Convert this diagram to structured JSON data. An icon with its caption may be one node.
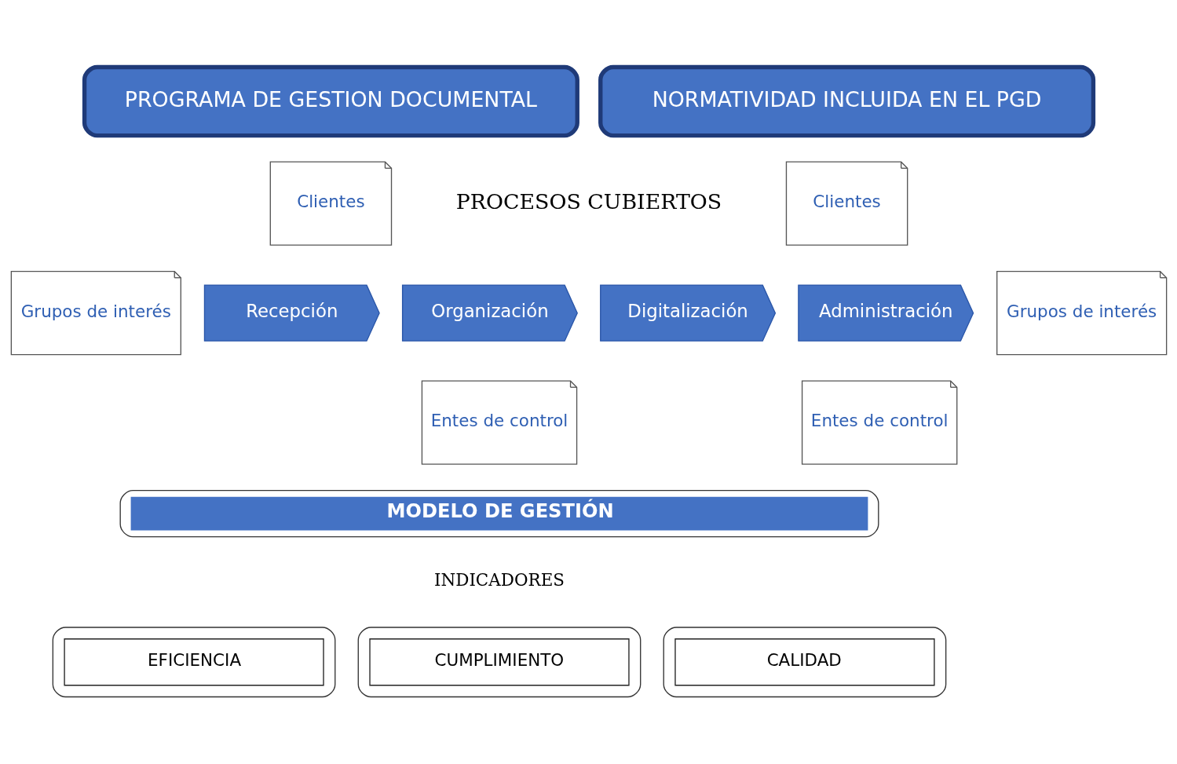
{
  "diagram": {
    "nodes": [
      {
        "text": [
          "PROGRAMA DE GESTION DOCUMENTAL"
        ]
      },
      {
        "text": [
          "NORMATIVIDAD INCLUIDA EN EL PGD"
        ]
      },
      {
        "text": [
          "Clientes"
        ]
      },
      {
        "text": [
          "Grupos de interés"
        ]
      },
      {
        "text": [
          "Entes de control"
        ]
      },
      {
        "text": [
          "Recepción"
        ]
      },
      {
        "text": [
          "Organización"
        ]
      },
      {
        "text": [
          "Digitalización"
        ]
      },
      {
        "text": [
          "Administración"
        ]
      },
      {
        "text": [
          "Clientes"
        ]
      },
      {
        "text": [
          "Grupos de interés"
        ]
      },
      {
        "text": [
          "Entes de control"
        ]
      },
      {
        "text": [
          "MODELO DE GESTIÓN"
        ]
      },
      {
        "text": [
          "EFICIENCIA"
        ]
      },
      {
        "text": [
          "CUMPLIMIENTO"
        ]
      },
      {
        "text": [
          "CALIDAD"
        ]
      }
    ],
    "labels": [
      "PROCESOS CUBIERTOS",
      "INDICADORES"
    ]
  }
}
